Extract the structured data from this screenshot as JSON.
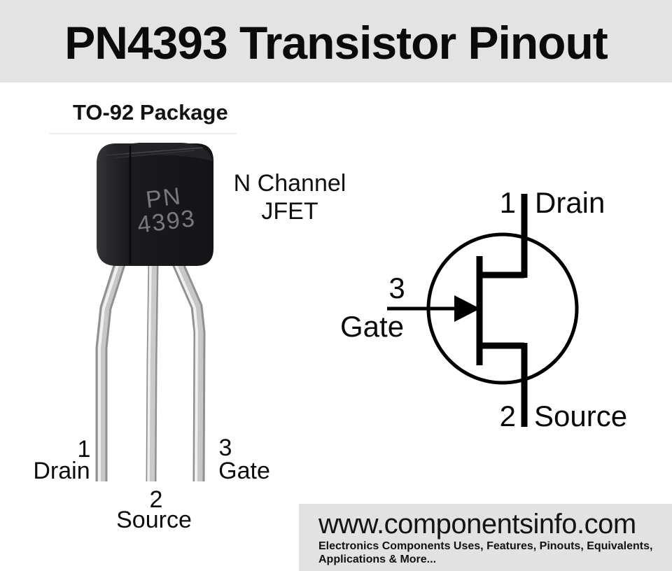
{
  "title": "PN4393 Transistor Pinout",
  "package": {
    "label": "TO-92 Package",
    "marking_line1": "PN",
    "marking_line2": "4393",
    "type_line1": "N Channel",
    "type_line2": "JFET"
  },
  "photo_pins": {
    "pin1": {
      "number": "1",
      "name": "Drain"
    },
    "pin2": {
      "number": "2",
      "name": "Source"
    },
    "pin3": {
      "number": "3",
      "name": "Gate"
    }
  },
  "symbol_pins": {
    "drain": {
      "number": "1",
      "name": "Drain"
    },
    "gate": {
      "number": "3",
      "name": "Gate"
    },
    "source": {
      "number": "2",
      "name": "Source"
    }
  },
  "footer": {
    "website": "www.componentsinfo.com",
    "tagline_line1": "Electronics Components Uses, Features, Pinouts, Equivalents,",
    "tagline_line2": "Applications & More..."
  },
  "colors": {
    "header_bg": "#e2e3e2",
    "footer_bg": "#e1e2e1",
    "transistor_body": "#17171a",
    "marking_gray": "#797a80",
    "lead_silver": "#c6c8c7",
    "line_black": "#000000",
    "page_bg": "#ffffff"
  }
}
